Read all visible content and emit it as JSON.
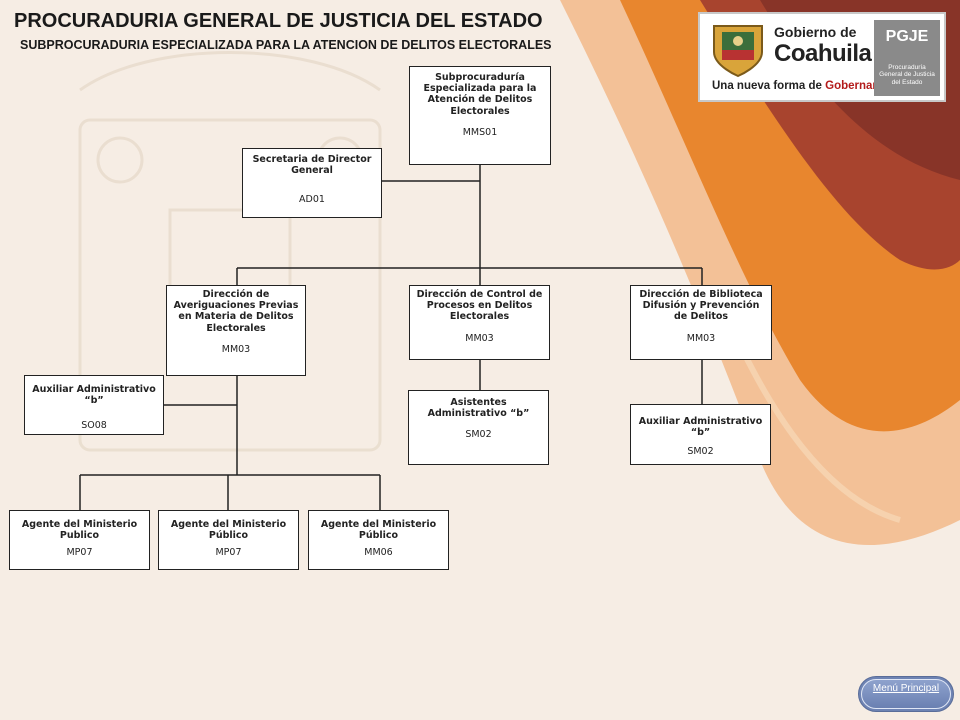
{
  "header": {
    "title": "PROCURADURIA GENERAL DE JUSTICIA DEL ESTADO",
    "subtitle": "SUBPROCURADURIA ESPECIALIZADA PARA LA ATENCION DE DELITOS ELECTORALES"
  },
  "logo": {
    "line1": "Gobierno de",
    "line2": "Coahuila",
    "slogan_a": "Una nueva forma de ",
    "slogan_b": "Gobernar",
    "badge": "PGJE",
    "badge_sub": "Procuraduría General de Justicia del Estado"
  },
  "org": {
    "subprocuraduria": {
      "title": "Subprocuraduría Especializada para la Atención de Delitos Electorales",
      "code": "MMS01"
    },
    "secretaria": {
      "title": "Secretaria de Director General",
      "code": "AD01"
    },
    "dir_averiguaciones": {
      "title": "Dirección de Averiguaciones Previas en Materia de Delitos Electorales",
      "code": "MM03"
    },
    "dir_control": {
      "title": "Dirección de Control de Procesos en Delitos Electorales",
      "code": "MM03"
    },
    "dir_biblioteca": {
      "title": "Dirección de Biblioteca Difusión y Prevención de Delitos",
      "code": "MM03"
    },
    "aux_admin_so08": {
      "title": "Auxiliar Administrativo “b”",
      "code": "SO08"
    },
    "asistentes_admin": {
      "title": "Asistentes Administrativo “b”",
      "code": "SM02"
    },
    "aux_admin_sm02": {
      "title": "Auxiliar Administrativo “b”",
      "code": "SM02"
    },
    "agente_1": {
      "title": "Agente del Ministerio Publico",
      "code": "MP07"
    },
    "agente_2": {
      "title": "Agente del Ministerio Público",
      "code": "MP07"
    },
    "agente_3": {
      "title": "Agente del Ministerio Público",
      "code": "MM06"
    }
  },
  "nav": {
    "menu_label": "Menú Principal"
  },
  "colors": {
    "accent_orange": "#e8862e",
    "accent_red": "#a8442e",
    "button_blue": "#6e83b3"
  }
}
